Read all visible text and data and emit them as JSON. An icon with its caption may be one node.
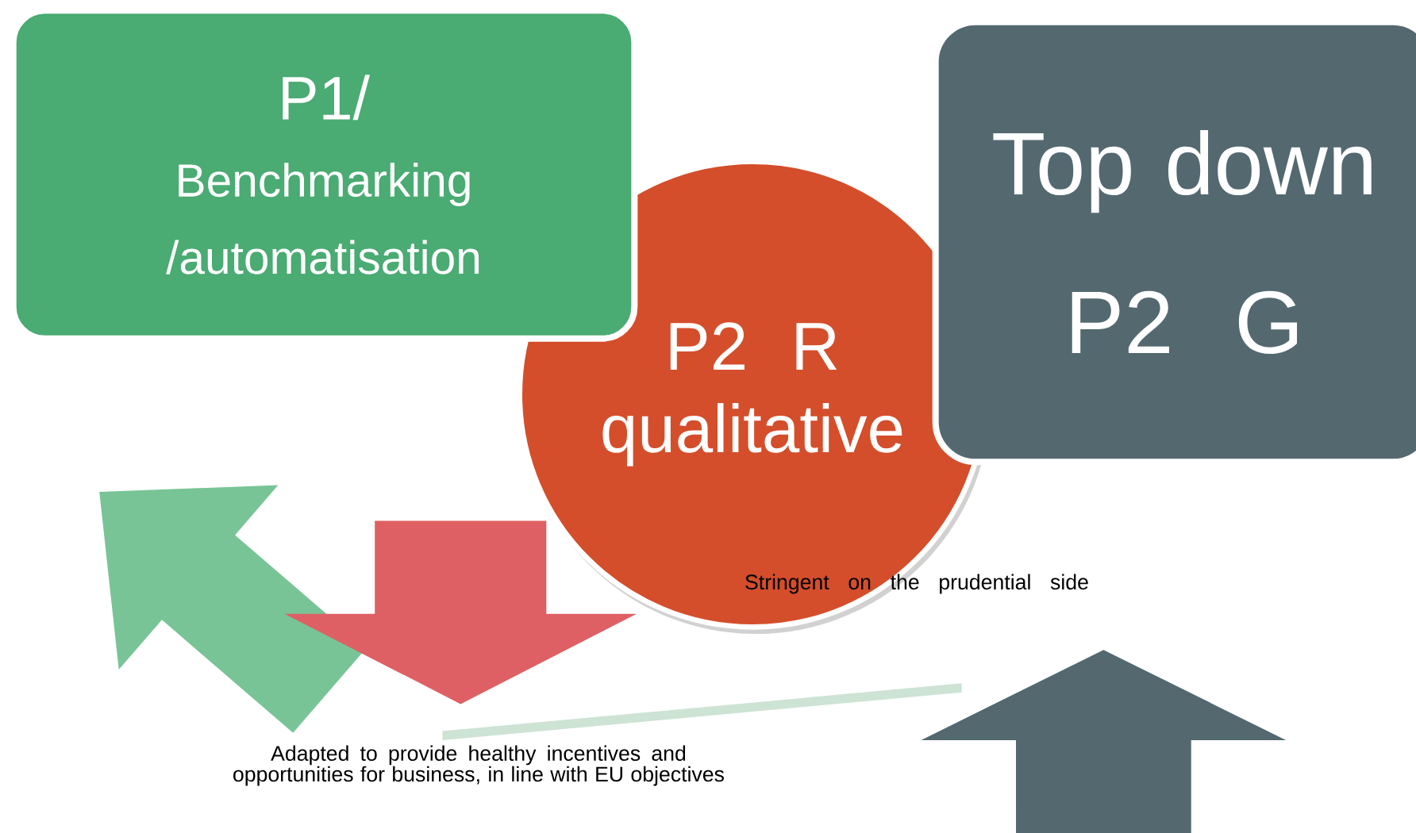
{
  "diagram": {
    "nodes": [
      {
        "text": [
          "P1/",
          "Benchmarking /automatisation"
        ]
      },
      {
        "text": [
          "P2 R qualitative"
        ]
      },
      {
        "text": [
          "Top down P2 G"
        ]
      }
    ],
    "labels": [
      "Stringent on the prudential side",
      "Adapted to provide healthy incentives and opportunities for business, in line with EU objectives"
    ]
  }
}
